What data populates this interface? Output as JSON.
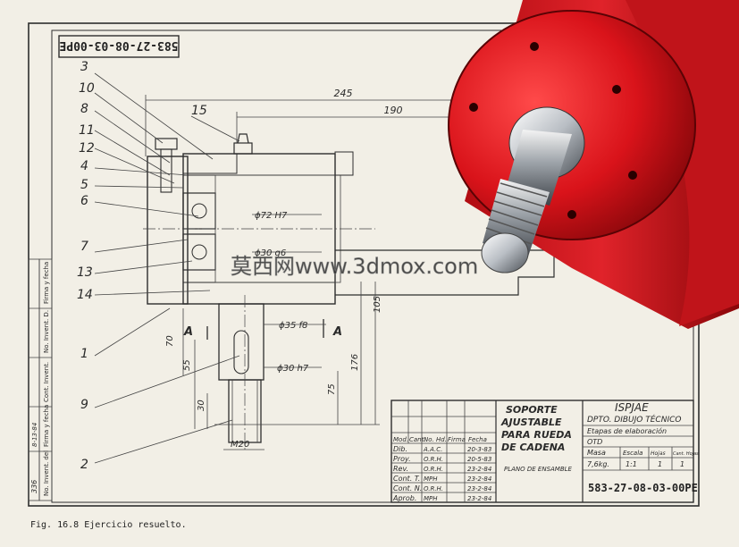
{
  "drawing_number": "583-27-08-03-00PE",
  "caption": "Fig. 16.8  Ejercicio resuelto.",
  "watermark": "莫西网www.3dmox.com",
  "part_labels": [
    "3",
    "10",
    "8",
    "11",
    "12",
    "4",
    "5",
    "6",
    "7",
    "13",
    "14",
    "1",
    "9",
    "2",
    "15"
  ],
  "dimensions": {
    "d245": "245",
    "d190": "190",
    "d105": "105",
    "d176": "176",
    "d75": "75",
    "d70": "70",
    "d55": "55",
    "d30": "30",
    "phi72": "ϕ72 H7",
    "phi30g6": "ϕ30 g6",
    "phi35": "ϕ35 f8",
    "phi30h7": "ϕ30 h7",
    "m20": "M20",
    "section_a": "A"
  },
  "title_block": {
    "title_lines": [
      "SOPORTE",
      "AJUSTABLE",
      "PARA RUEDA",
      "DE CADENA"
    ],
    "plan_type": "PLANO DE ENSAMBLE",
    "institution": "ISPJAE",
    "department": "DPTO. DIBUJO TÉCNICO",
    "stages_label": "Etapas de elaboración",
    "stage_value": "OTD",
    "mass_label": "Masa",
    "mass_value": "7,6kg.",
    "scale_label": "Escala",
    "scale_value": "1:1",
    "sheets_label": "Hojas",
    "sheets_value": "1",
    "sheet_label": "Cant. Hojas",
    "sheet_value": "1",
    "number": "583-27-08-03-00PE",
    "headers": [
      "Mod.",
      "Cant.",
      "No. Hd.",
      "Firma",
      "Fecha"
    ],
    "rows": [
      {
        "role": "Dib.",
        "name": "A.A.C.",
        "date": "20-3-83"
      },
      {
        "role": "Proy.",
        "name": "O.R.H.",
        "date": "20-5-83"
      },
      {
        "role": "Rev.",
        "name": "O.R.H.",
        "date": "23-2-84"
      },
      {
        "role": "Cont. T.",
        "name": "MPH",
        "date": "23-2-84"
      },
      {
        "role": "Cont. N.",
        "name": "O.R.H.",
        "date": "23-2-84"
      },
      {
        "role": "Aprob.",
        "name": "MPH",
        "date": "23-2-84"
      }
    ]
  },
  "side_strip": [
    "No. Invent. del",
    "Firma y fecha",
    "Cont. Invent.",
    "No. Invent. D.",
    "Firma y fecha"
  ],
  "side_strip_values": [
    "336",
    "8-13-84"
  ]
}
